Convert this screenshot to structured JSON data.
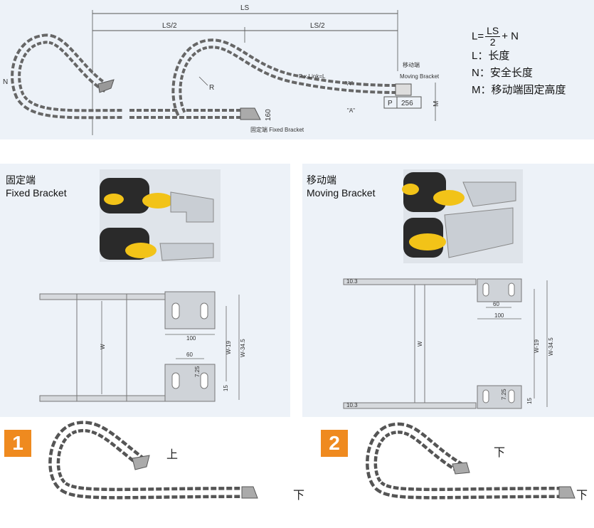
{
  "top_diagram": {
    "ls": "LS",
    "ls_half_left": "LS/2",
    "ls_half_right": "LS/2",
    "n_label": "N",
    "r_label": "R",
    "link_formula": "P x Link=L",
    "a_marker_1": "\"A\"",
    "a_marker_2": "\"A\"",
    "moving_end_cn": "移动端",
    "moving_end_en": "Moving Bracket",
    "fixed_end": "固定端 Fixed Bracket",
    "p_label": "P",
    "dim_256": "256",
    "dim_160": "160",
    "m_label": "M"
  },
  "legend": {
    "l_prefix": "L=",
    "fraction_num": "LS",
    "fraction_den": "2",
    "l_suffix": "+ N",
    "l_def": "L：长度",
    "n_def": "N：安全长度",
    "m_def": "M：移动端固定高度"
  },
  "fixed_panel": {
    "title_cn": "固定端",
    "title_en": "Fixed Bracket",
    "w_label": "W",
    "dim_100": "100",
    "dim_60": "60",
    "dim_725": "7.25",
    "dim_15": "15",
    "w_minus_19": "W-19",
    "w_minus_345": "W-34.5"
  },
  "moving_panel": {
    "title_cn": "移动端",
    "title_en": "Moving Bracket",
    "w_label": "W",
    "dim_60": "60",
    "dim_100": "100",
    "dim_725": "7.25",
    "dim_15": "15",
    "dim_103_top": "10.3",
    "dim_103_bottom": "10.3",
    "w_minus_19": "W-19",
    "w_minus_345": "W-34.5"
  },
  "bottom": {
    "badge_1": "1",
    "badge_2": "2",
    "up_1": "上",
    "down_1": "下",
    "down_2a": "下",
    "down_2b": "下"
  },
  "colors": {
    "panel_bg": "#edf2f8",
    "badge": "#ef8a1f",
    "bracket_yellow": "#f2c318",
    "line": "#555555"
  }
}
